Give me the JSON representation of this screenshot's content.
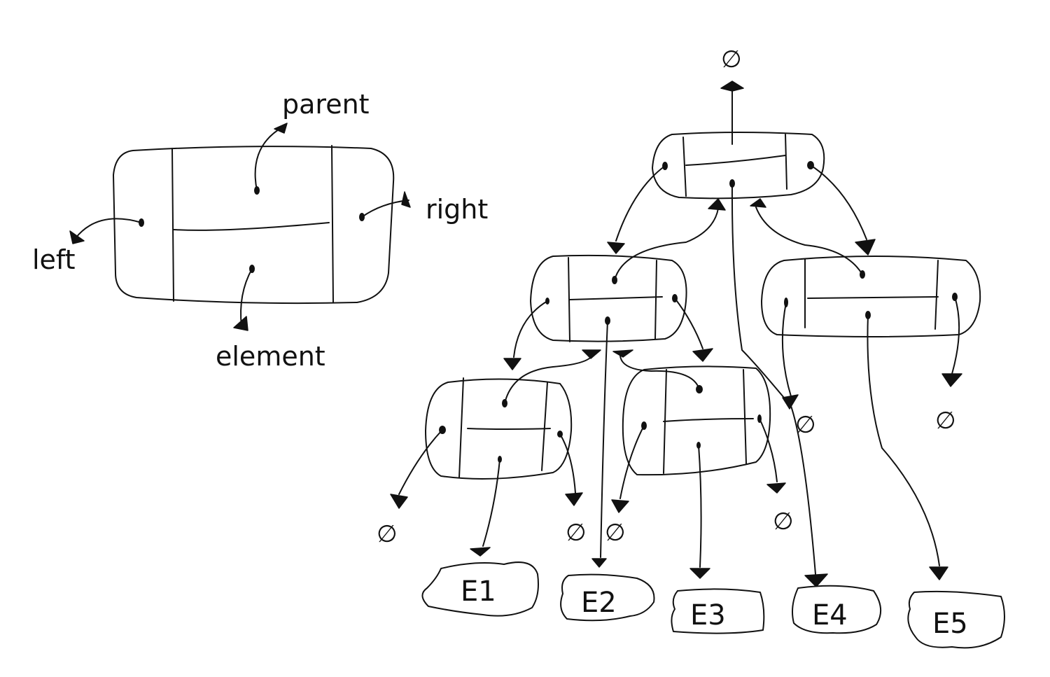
{
  "legend": {
    "parent_label": "parent",
    "left_label": "left",
    "right_label": "right",
    "element_label": "element"
  },
  "null_symbol": "∅",
  "elements": [
    "E1",
    "E2",
    "E3",
    "E4",
    "E5"
  ],
  "colors": {
    "ink": "#111111",
    "background": "#ffffff"
  }
}
